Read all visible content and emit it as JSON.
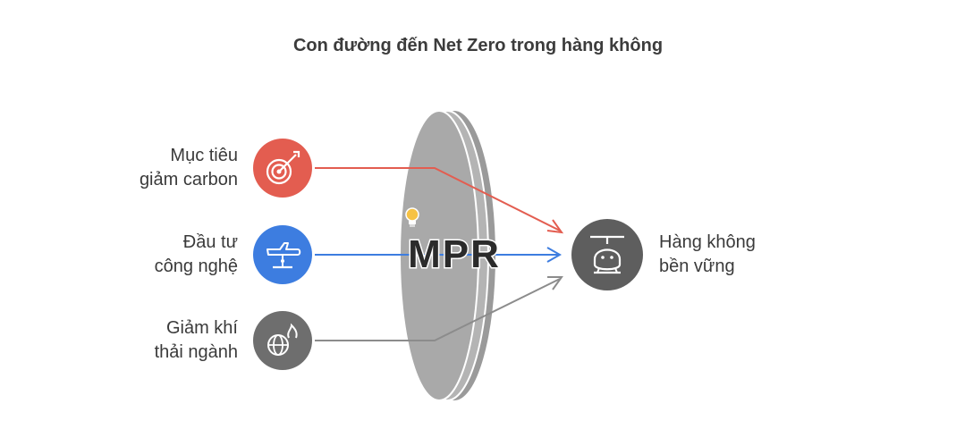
{
  "title": "Con đường đến Net Zero trong hàng không",
  "inputs": [
    {
      "line1": "Mục tiêu",
      "line2": "giảm carbon",
      "color": "#e35d50",
      "icon": "target-icon"
    },
    {
      "line1": "Đầu tư",
      "line2": "công nghệ",
      "color": "#3d7de0",
      "icon": "airplane-icon"
    },
    {
      "line1": "Giảm khí",
      "line2": "thải ngành",
      "color": "#6e6e6e",
      "icon": "globe-fire-icon"
    }
  ],
  "output": {
    "line1": "Hàng không",
    "line2": "bền vững",
    "color": "#5e5e5e",
    "icon": "helicopter-icon"
  },
  "lens": {
    "color": "#a7a7a7",
    "logo_text": "MPR",
    "logo_icon": "lightbulb-icon"
  }
}
